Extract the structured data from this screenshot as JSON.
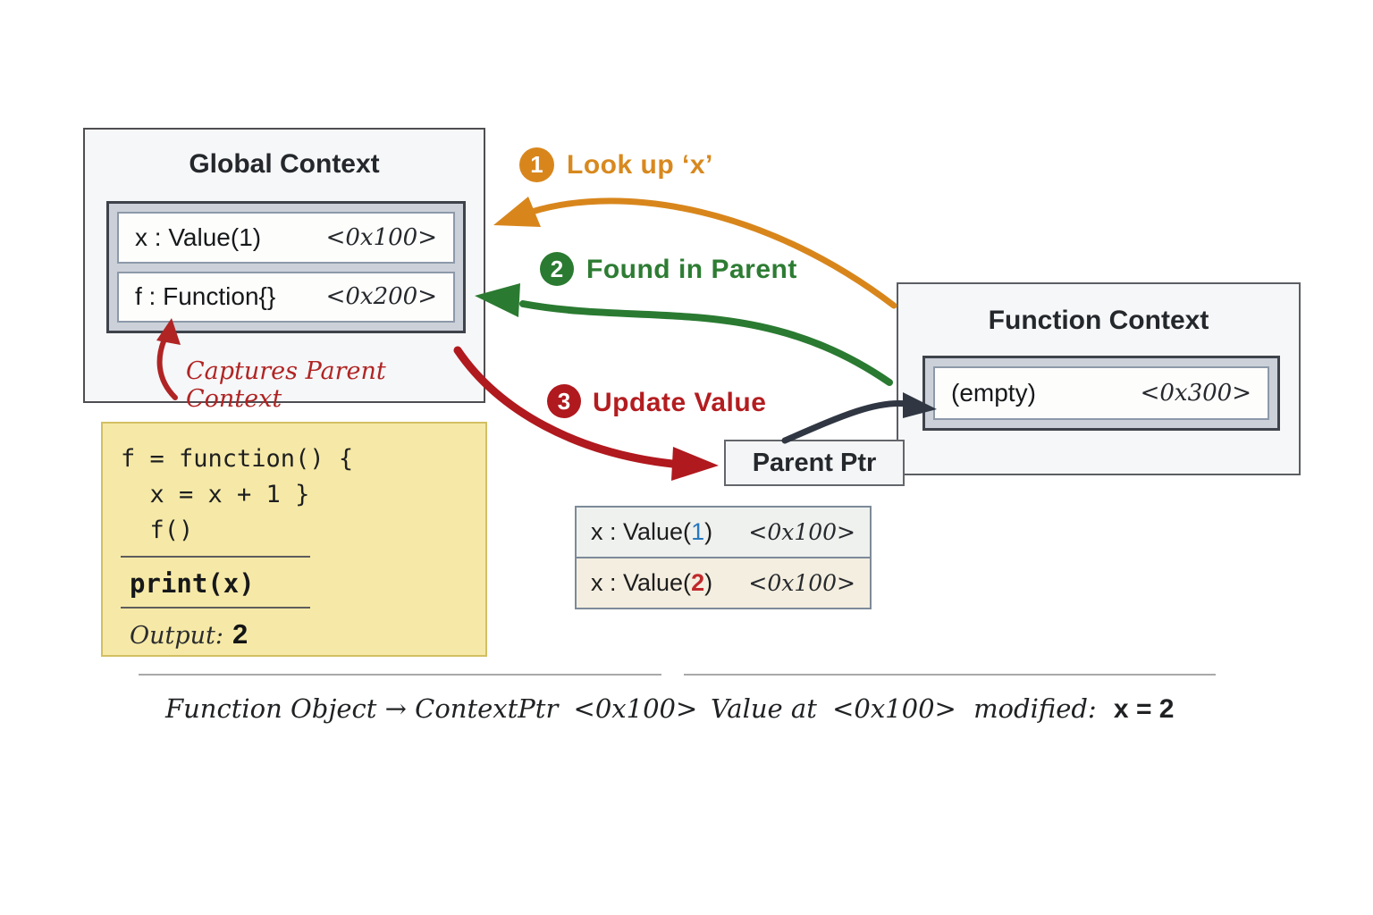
{
  "global_context": {
    "title": "Global Context",
    "rows": [
      {
        "label": "x : Value(1)",
        "addr": "<0x100>"
      },
      {
        "label": "f : Function{}",
        "addr": "<0x200>"
      }
    ],
    "captures_note": "Captures Parent Context"
  },
  "steps": [
    {
      "num": "1",
      "label": "Look up ‘x’",
      "color": "#d8861c"
    },
    {
      "num": "2",
      "label": "Found in Parent",
      "color": "#2a7a31"
    },
    {
      "num": "3",
      "label": "Update Value",
      "color": "#b0191e"
    }
  ],
  "function_context": {
    "title": "Function Context",
    "row": {
      "label": "(empty)",
      "addr": "<0x300>"
    }
  },
  "parent_ptr": {
    "label": "Parent Ptr"
  },
  "value_table": {
    "rows": [
      {
        "pre": "x : Value(",
        "num": "1",
        "post": ")",
        "addr": "<0x100>"
      },
      {
        "pre": "x : Value(",
        "num": "2",
        "post": ")",
        "addr": "<0x100>"
      }
    ]
  },
  "code_box": {
    "lines": [
      "f = function() {",
      "  x = x + 1 }",
      "  f()"
    ],
    "print_line": "print(x)",
    "output_label": "Output:",
    "output_value": "2"
  },
  "footnotes": {
    "left": {
      "main": "Function Object → ContextPtr",
      "addr": "<0x100>"
    },
    "right": {
      "lead": "Value at",
      "addr": "<0x100>",
      "mid": "modified:",
      "result": "x = 2"
    }
  },
  "colors": {
    "lookup_arrow": "#d8861c",
    "found_arrow": "#2a7a31",
    "update_arrow": "#b0191e",
    "parent_ptr_arrow": "#303743",
    "captures_arrow": "#b02424",
    "value1_num": "#2878be",
    "value2_num": "#c0292b",
    "code_box_bg": "#f6e9a7"
  }
}
